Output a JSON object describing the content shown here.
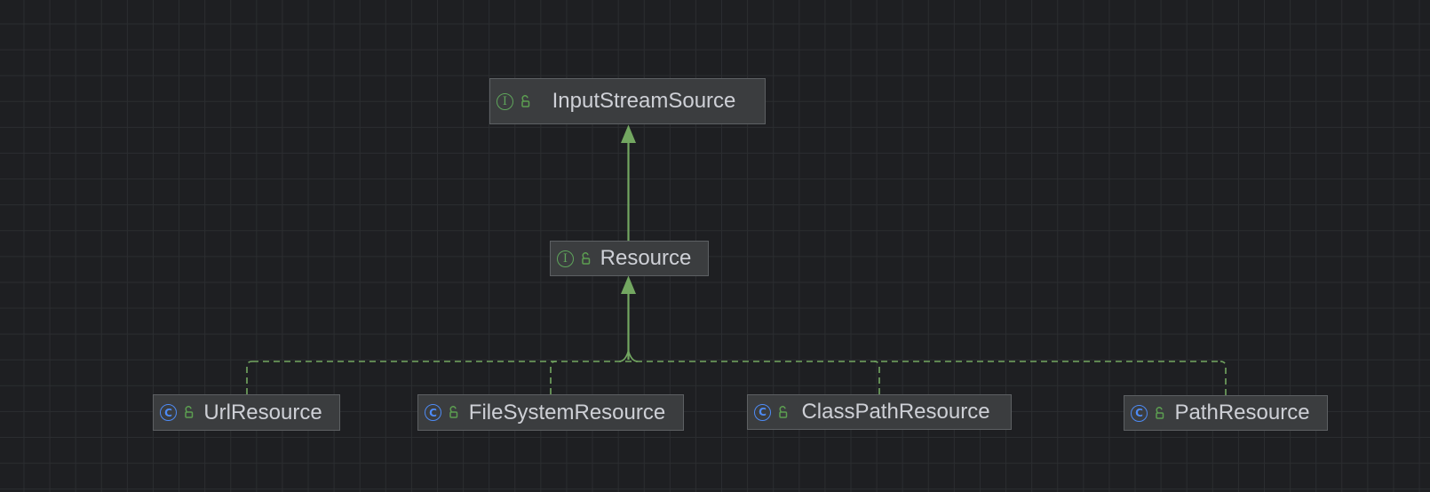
{
  "diagram": {
    "kind": "uml-class-diagram",
    "nodes": [
      {
        "id": "inputStreamSource",
        "label": "InputStreamSource",
        "stereotype": "interface",
        "visibility": "unlocked"
      },
      {
        "id": "resource",
        "label": "Resource",
        "stereotype": "interface",
        "visibility": "unlocked"
      },
      {
        "id": "urlResource",
        "label": "UrlResource",
        "stereotype": "class",
        "visibility": "unlocked"
      },
      {
        "id": "fileSystemResource",
        "label": "FileSystemResource",
        "stereotype": "class",
        "visibility": "unlocked"
      },
      {
        "id": "classPathResource",
        "label": "ClassPathResource",
        "stereotype": "class",
        "visibility": "unlocked"
      },
      {
        "id": "pathResource",
        "label": "PathResource",
        "stereotype": "class",
        "visibility": "unlocked"
      }
    ],
    "edges": [
      {
        "from": "Resource",
        "to": "InputStreamSource",
        "type": "extends",
        "line": "solid",
        "arrowhead": "filled-triangle"
      },
      {
        "from": "UrlResource",
        "to": "Resource",
        "type": "implements",
        "line": "dashed"
      },
      {
        "from": "FileSystemResource",
        "to": "Resource",
        "type": "implements",
        "line": "dashed"
      },
      {
        "from": "ClassPathResource",
        "to": "Resource",
        "type": "implements",
        "line": "dashed"
      },
      {
        "from": "PathResource",
        "to": "Resource",
        "type": "implements",
        "line": "dashed"
      }
    ]
  },
  "icons": {
    "interface_glyph": "I",
    "class_glyph": "C",
    "lock": "open-padlock"
  },
  "colors": {
    "background": "#1e1f22",
    "grid_line": "#2b2d30",
    "node_fill": "#3b3d3f",
    "node_border": "#5d6063",
    "node_text": "#ced0d6",
    "edge_green": "#73a761",
    "interface_icon_green": "#5fa55b",
    "class_icon_blue": "#4e8bf5",
    "lock_green": "#5c9e51"
  }
}
